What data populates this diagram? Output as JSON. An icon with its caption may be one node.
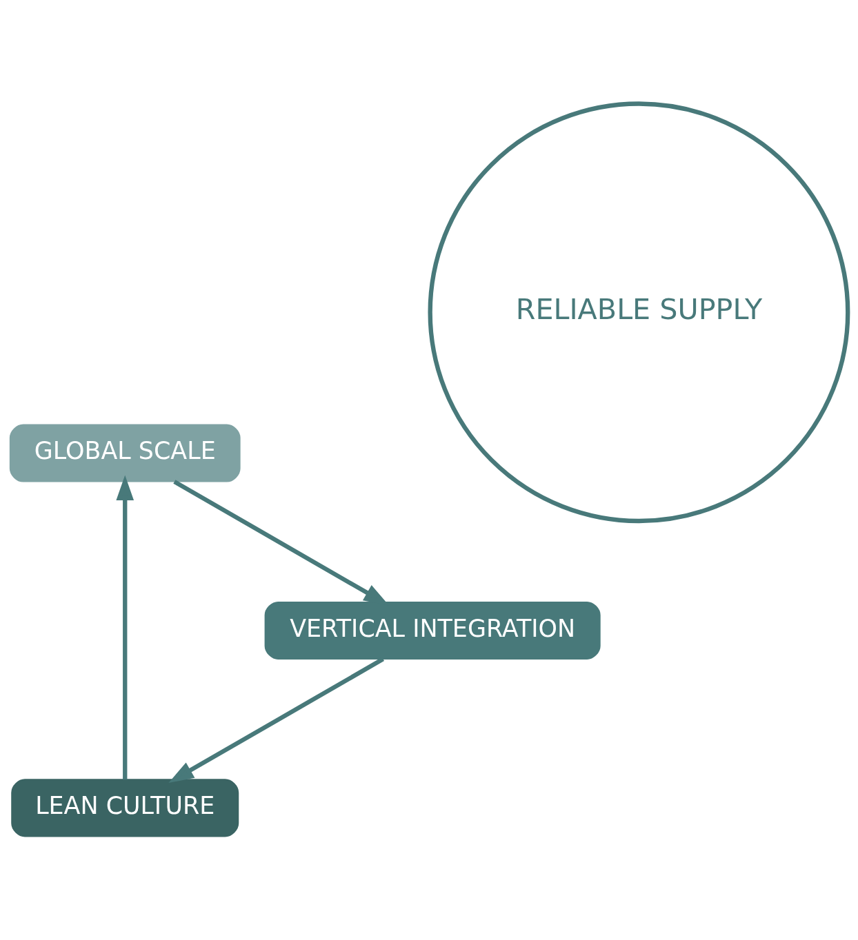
{
  "diagram": {
    "nodes": [
      {
        "text": [
          "LEAN CULTURE"
        ]
      },
      {
        "text": [
          "GLOBAL SCALE"
        ]
      },
      {
        "text": [
          "RELIABLE SUPPLY"
        ]
      },
      {
        "text": [
          "VERTICAL INTEGRATION"
        ]
      }
    ],
    "edges": [
      {
        "from": 0,
        "to": 1,
        "arrow": "to"
      },
      {
        "from": 1,
        "to": 3,
        "arrow": "to"
      },
      {
        "from": 3,
        "to": 0,
        "arrow": "to"
      }
    ]
  }
}
